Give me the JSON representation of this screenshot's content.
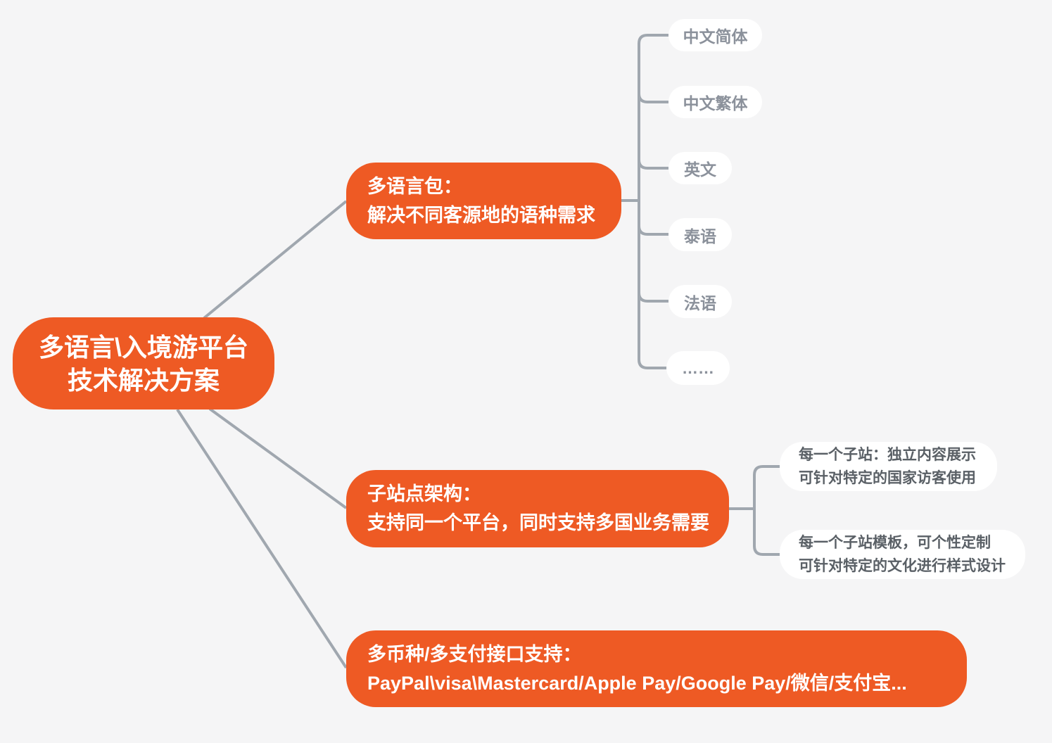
{
  "colors": {
    "background": "#f5f5f6",
    "accent": "#ee5a24",
    "line": "#a0a7af",
    "node_text": "#ffffff",
    "leaf_bg": "#ffffff",
    "leaf_text": "#8b919b",
    "child_text": "#5a6066"
  },
  "root": {
    "lines": [
      "多语言\\入境游平台",
      "技术解决方案"
    ]
  },
  "branches": [
    {
      "lines": [
        "多语言包：",
        "解决不同客源地的语种需求"
      ],
      "leaves": [
        "中文简体",
        "中文繁体",
        "英文",
        "泰语",
        "法语",
        "……"
      ]
    },
    {
      "lines": [
        "子站点架构：",
        "支持同一个平台，同时支持多国业务需要"
      ],
      "children": [
        {
          "lines": [
            "每一个子站：独立内容展示",
            "可针对特定的国家访客使用"
          ]
        },
        {
          "lines": [
            "每一个子站模板，可个性定制",
            "可针对特定的文化进行样式设计"
          ]
        }
      ]
    },
    {
      "lines": [
        "多币种/多支付接口支持：",
        "PayPal\\visa\\Mastercard/Apple Pay/Google Pay/微信/支付宝..."
      ]
    }
  ]
}
